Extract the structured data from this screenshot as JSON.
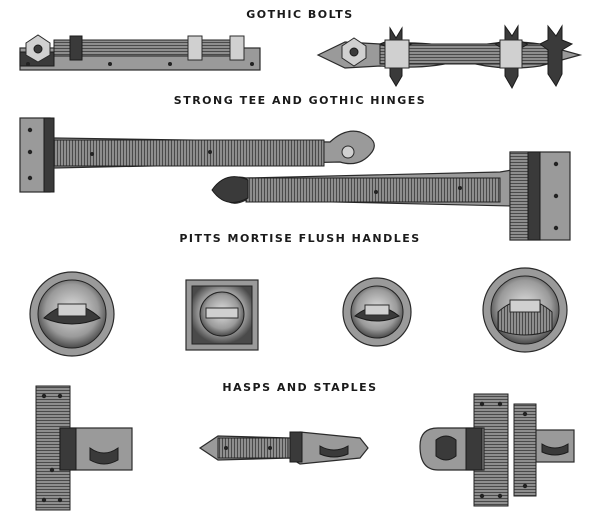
{
  "sections": {
    "gothic_bolts": "GOTHIC BOLTS",
    "hinges": "STRONG TEE AND GOTHIC HINGES",
    "flush_handles": "PITTS MORTISE FLUSH HANDLES",
    "hasps": "HASPS AND STAPLES"
  }
}
